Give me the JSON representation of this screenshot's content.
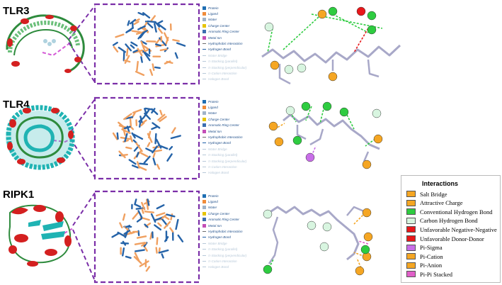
{
  "panels": [
    {
      "name": "TLR3",
      "legend_keys": [
        "protein",
        "ligand",
        "water",
        "charge",
        "aromatic",
        "metal",
        "hydrophobic",
        "hbond",
        "bridge",
        "pistack_par",
        "pistack_perp",
        "picat",
        "halogen"
      ]
    },
    {
      "name": "TLR4",
      "legend_keys": [
        "protein",
        "ligand",
        "water",
        "charge",
        "aromatic",
        "metal",
        "hydrophobic",
        "hbond",
        "bridge",
        "pistack_par",
        "pistack_perp",
        "picat",
        "halogen"
      ]
    },
    {
      "name": "RIPK1",
      "legend_keys": [
        "protein",
        "ligand",
        "water",
        "charge",
        "aromatic",
        "metal",
        "hydrophobic",
        "hbond",
        "bridge",
        "pistack_par",
        "pistack_perp",
        "picat",
        "halogen"
      ]
    }
  ],
  "mini_legend": {
    "protein": {
      "label": "Protein",
      "color": "#1f6fb3",
      "kind": "dot",
      "faded": false
    },
    "ligand": {
      "label": "Ligand",
      "color": "#f08c3a",
      "kind": "dot",
      "faded": false
    },
    "water": {
      "label": "Water",
      "color": "#9fb3c8",
      "kind": "dot",
      "faded": false
    },
    "charge": {
      "label": "Charge Center",
      "color": "#e6c400",
      "kind": "dot",
      "faded": false
    },
    "aromatic": {
      "label": "Aromatic Ring Center",
      "color": "#3d6fb0",
      "kind": "dot",
      "faded": false
    },
    "metal": {
      "label": "Metal Ion",
      "color": "#c44fb7",
      "kind": "dot",
      "faded": false
    },
    "hydrophobic": {
      "label": "Hydrophobic Interaction",
      "color": "#6d6d6d",
      "kind": "line",
      "faded": false
    },
    "hbond": {
      "label": "Hydrogen Bond",
      "color": "#1f5fa8",
      "kind": "line",
      "faded": false
    },
    "bridge": {
      "label": "Water Bridge",
      "color": "#b8c9d9",
      "kind": "line",
      "faded": true
    },
    "pistack_par": {
      "label": "π-Stacking (parallel)",
      "color": "#b8c9d9",
      "kind": "line",
      "faded": true
    },
    "pistack_perp": {
      "label": "π-Stacking (perpendicular)",
      "color": "#b8c9d9",
      "kind": "line",
      "faded": true
    },
    "picat": {
      "label": "π-Cation Interaction",
      "color": "#b8c9d9",
      "kind": "line",
      "faded": true
    },
    "halogen": {
      "label": "Halogen Bond",
      "color": "#b8c9d9",
      "kind": "line",
      "faded": true
    }
  },
  "interactions_legend": {
    "title": "Interactions",
    "items": [
      {
        "label": "Salt Bridge",
        "color": "#f5a623"
      },
      {
        "label": "Attractive Charge",
        "color": "#f5a623"
      },
      {
        "label": "Conventional Hydrogen Bond",
        "color": "#2ecc40"
      },
      {
        "label": "Carbon Hydrogen Bond",
        "color": "#d8f5e0"
      },
      {
        "label": "Unfavorable Negative-Negative",
        "color": "#e8171a"
      },
      {
        "label": "Unfavorable Donor-Donor",
        "color": "#e8171a"
      },
      {
        "label": "Pi-Sigma",
        "color": "#c86ee8"
      },
      {
        "label": "Pi-Cation",
        "color": "#f5a623"
      },
      {
        "label": "Pi-Anion",
        "color": "#f5a623"
      },
      {
        "label": "Pi-Pi Stacked",
        "color": "#e05fc8"
      }
    ]
  },
  "colors": {
    "dashed_box": "#7b2fa8",
    "connector": "#d45ad6",
    "helix": "#d42020",
    "sheet": "#1fb3b3",
    "coil": "#2e8b3d",
    "ligand_stick": "#f0a060",
    "protein_stick": "#2563a8",
    "residue_stick": "#a8a8c8"
  }
}
